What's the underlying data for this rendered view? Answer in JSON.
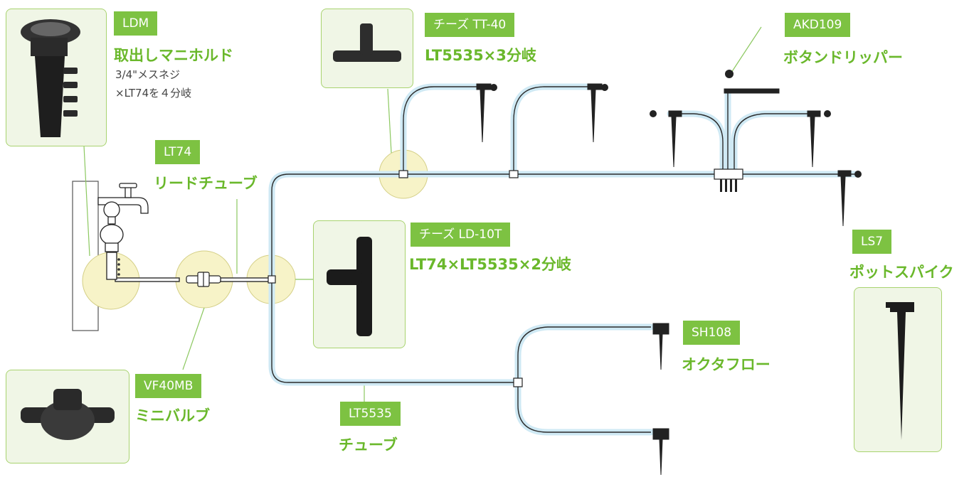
{
  "colors": {
    "accent": "#7dc242",
    "name_text": "#6ab82b",
    "highlight": "#f7f3c8",
    "tube_glow": "#cfe9f4"
  },
  "components": {
    "ldm": {
      "code": "LDM",
      "name": "取出しマニホルド",
      "desc": [
        "3/4\"メスネジ",
        "×LT74を４分岐"
      ],
      "icon": "manifold-photo"
    },
    "lt74": {
      "code": "LT74",
      "name": "リードチューブ"
    },
    "tt40": {
      "code": "チーズ TT-40",
      "name": "LT5535×3分岐",
      "icon": "tee-photo"
    },
    "akd109": {
      "code": "AKD109",
      "name": "ボタンドリッパー"
    },
    "ld10t": {
      "code": "チーズ LD-10T",
      "name": "LT74×LT5535×2分岐",
      "icon": "tee-photo"
    },
    "ls7": {
      "code": "LS7",
      "name": "ポットスパイク",
      "icon": "spike-photo"
    },
    "sh108": {
      "code": "SH108",
      "name": "オクタフロー"
    },
    "vf40mb": {
      "code": "VF40MB",
      "name": "ミニバルブ",
      "icon": "valve-photo"
    },
    "lt5535": {
      "code": "LT5535",
      "name": "チューブ"
    }
  }
}
